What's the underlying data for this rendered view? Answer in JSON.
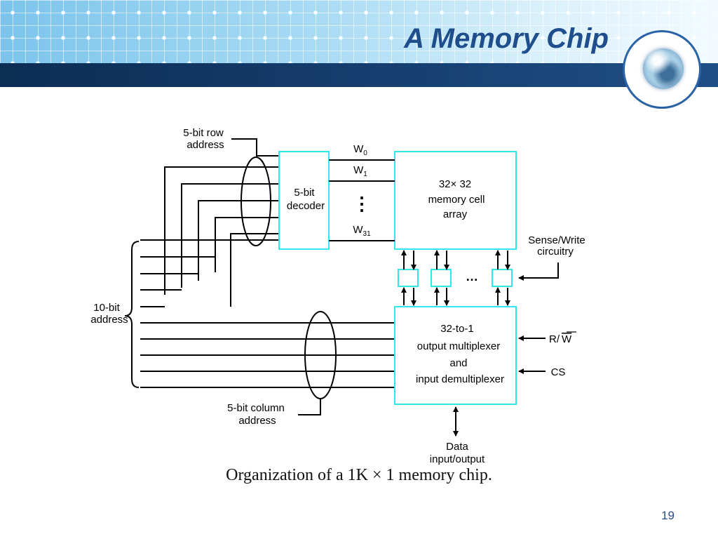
{
  "slide": {
    "title": "A Memory Chip",
    "caption": "Organization of a 1K × 1 memory chip.",
    "page_number": "19",
    "colors": {
      "title": "#1e4f8c",
      "box_border": "#33e6ee",
      "band": "#163f70"
    }
  },
  "diagram": {
    "row_address_label": [
      "5-bit row",
      "address"
    ],
    "decoder_label": [
      "5-bit",
      "decoder"
    ],
    "word_lines": {
      "w0": "W",
      "w0_sub": "0",
      "w1": "W",
      "w1_sub": "1",
      "w31": "W",
      "w31_sub": "31"
    },
    "vertical_ellipsis": "⋮",
    "array_label": [
      "32× 32",
      "memory cell",
      "array"
    ],
    "sense_write_label": [
      "Sense/Write",
      "circuitry"
    ],
    "horizontal_ellipsis": "…",
    "address_label": [
      "10-bit",
      "address"
    ],
    "mux_label": [
      "32-to-1",
      "output multiplexer",
      "and",
      "input demultiplexer"
    ],
    "rw_label": "R/",
    "rw_bar": "W",
    "cs_label": "CS",
    "column_address_label": [
      "5-bit column",
      "address"
    ],
    "data_label": [
      "Data",
      "input/output"
    ]
  }
}
